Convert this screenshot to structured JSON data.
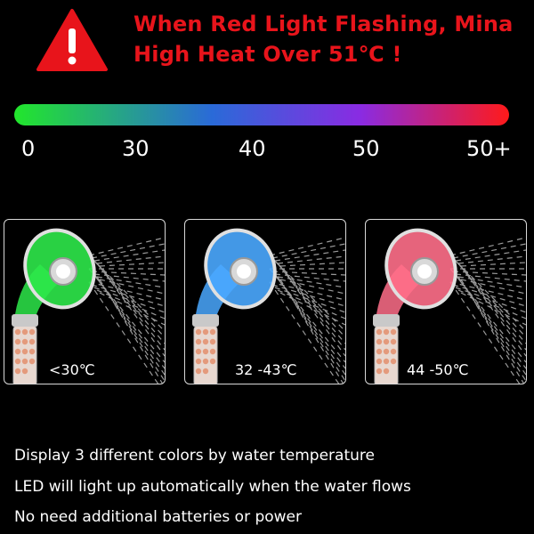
{
  "headline": {
    "line1": "When Red Light Flashing, Mina",
    "line2": "High Heat Over 51℃ !"
  },
  "colors": {
    "warning": "#e8141b",
    "green": "#22e62b",
    "blue": "#2a6ad8",
    "purple": "#8a2be2",
    "red": "#ff1a1a"
  },
  "scale": {
    "labels": [
      "0",
      "30",
      "40",
      "50",
      "50+"
    ]
  },
  "panels": [
    {
      "caption": "<30℃",
      "led": "#2de84a",
      "icon": "shower-head-green-icon"
    },
    {
      "caption": "32 -43℃",
      "led": "#4aa8ff",
      "icon": "shower-head-blue-icon"
    },
    {
      "caption": "44 -50℃",
      "led": "#ff6f8a",
      "icon": "shower-head-red-icon"
    }
  ],
  "features": [
    "Display 3 different colors by water temperature",
    "LED will light up automatically when the water flows",
    "No need additional batteries or power"
  ]
}
